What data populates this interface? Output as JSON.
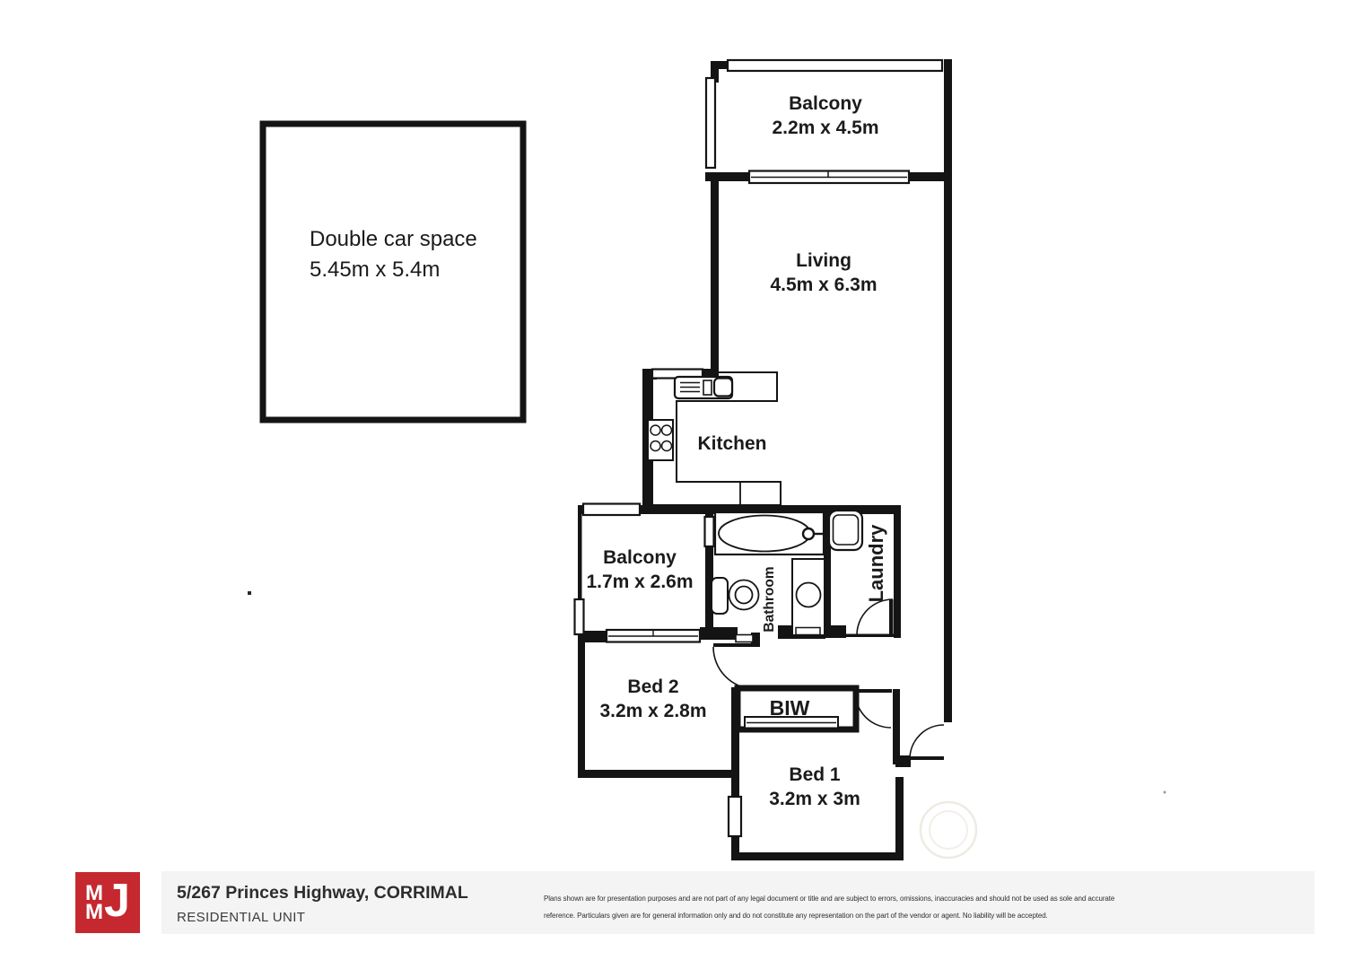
{
  "plan": {
    "rooms": {
      "balcony_top": {
        "name": "Balcony",
        "dims": "2.2m x 4.5m"
      },
      "living": {
        "name": "Living",
        "dims": "4.5m x 6.3m"
      },
      "kitchen": {
        "name": "Kitchen"
      },
      "balcony_small": {
        "name": "Balcony",
        "dims": "1.7m x 2.6m"
      },
      "bathroom": {
        "name": "Bathroom"
      },
      "laundry": {
        "name": "Laundry"
      },
      "bed2": {
        "name": "Bed 2",
        "dims": "3.2m x 2.8m"
      },
      "biw": {
        "name": "BIW"
      },
      "bed1": {
        "name": "Bed 1",
        "dims": "3.2m x 3m"
      },
      "garage": {
        "name": "Double car space",
        "dims": "5.45m x 5.4m"
      }
    },
    "wall_color": "#141414",
    "background": "#ffffff"
  },
  "footer": {
    "logo": {
      "m1": "M",
      "m2": "M",
      "j": "J",
      "brand_color": "#c5282e"
    },
    "address": "5/267 Princes Highway, CORRIMAL",
    "property_type": "RESIDENTIAL UNIT",
    "disclaimer_line1": "Plans shown are for presentation purposes and are not part of any legal document or title and are subject to errors, omissions, inaccuracies and should not be used as sole and accurate",
    "disclaimer_line2": "reference. Particulars given are for general information only and do not constitute any representation on the part of the vendor or agent. No liability will be accepted.",
    "band_color": "#f4f4f4"
  }
}
